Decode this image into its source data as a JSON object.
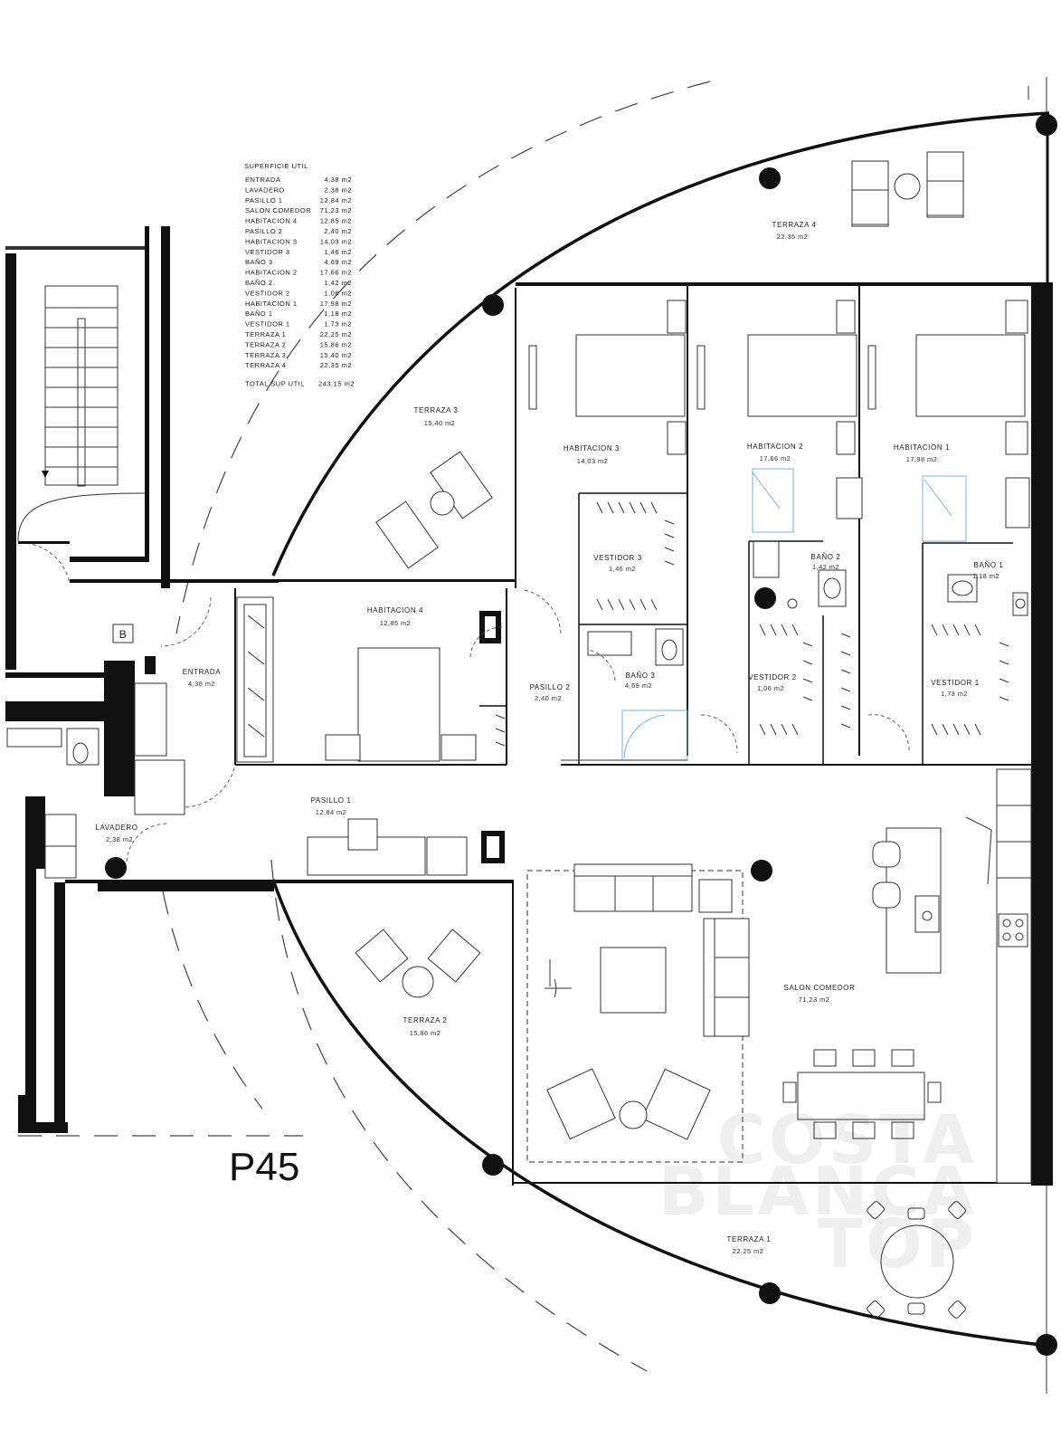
{
  "plan_id": "P45",
  "stair_label": "B",
  "summary": {
    "title": "SUPERFICIE UTIL",
    "rows": [
      {
        "name": "ENTRADA",
        "value": "4,38 m2"
      },
      {
        "name": "LAVADERO",
        "value": "2,38 m2"
      },
      {
        "name": "PASILLO 1",
        "value": "12,84 m2"
      },
      {
        "name": "SALON COMEDOR",
        "value": "71,23 m2"
      },
      {
        "name": "HABITACION 4",
        "value": "12,85 m2"
      },
      {
        "name": "PASILLO 2",
        "value": "2,40 m2"
      },
      {
        "name": "HABITACION 3",
        "value": "14,03 m2"
      },
      {
        "name": "VESTIDOR 3",
        "value": "1,46 m2"
      },
      {
        "name": "BAÑO 3",
        "value": "4,69 m2"
      },
      {
        "name": "HABITACION 2",
        "value": "17,66 m2"
      },
      {
        "name": "BAÑO 2",
        "value": "1,42 m2"
      },
      {
        "name": "VESTIDOR 2",
        "value": "1,06 m2"
      },
      {
        "name": "HABITACION 1",
        "value": "17,98 m2"
      },
      {
        "name": "BAÑO 1",
        "value": "1,18 m2"
      },
      {
        "name": "VESTIDOR 1",
        "value": "1,73 m2"
      },
      {
        "name": "TERRAZA 1",
        "value": "22,25 m2"
      },
      {
        "name": "TERRAZA 2",
        "value": "15,86 m2"
      },
      {
        "name": "TERRAZA 3",
        "value": "15,40 m2"
      },
      {
        "name": "TERRAZA 4",
        "value": "22,35 m2"
      }
    ],
    "total": {
      "name": "TOTAL SUP UTIL",
      "value": "243,15 m2"
    }
  },
  "rooms": {
    "terraza4": {
      "name": "TERRAZA 4",
      "area": "22,35 m2"
    },
    "terraza3": {
      "name": "TERRAZA 3",
      "area": "15,40 m2"
    },
    "habitacion3": {
      "name": "HABITACION 3",
      "area": "14,03 m2"
    },
    "habitacion2": {
      "name": "HABITACION 2",
      "area": "17,66 m2"
    },
    "habitacion1": {
      "name": "HABITACION 1",
      "area": "17,98 m2"
    },
    "vestidor3": {
      "name": "VESTIDOR 3",
      "area": "1,46 m2"
    },
    "bano2": {
      "name": "BAÑO 2",
      "area": "1,42 m2"
    },
    "bano1": {
      "name": "BAÑO 1",
      "area": "1,18 m2"
    },
    "habitacion4": {
      "name": "HABITACION 4",
      "area": "12,85 m2"
    },
    "entrada": {
      "name": "ENTRADA",
      "area": "4,38 m2"
    },
    "pasillo2": {
      "name": "PASILLO 2",
      "area": "2,40 m2"
    },
    "bano3": {
      "name": "BAÑO 3",
      "area": "4,69 m2"
    },
    "vestidor2": {
      "name": "VESTIDOR 2",
      "area": "1,06 m2"
    },
    "vestidor1": {
      "name": "VESTIDOR 1",
      "area": "1,73 m2"
    },
    "pasillo1": {
      "name": "PASILLO 1",
      "area": "12,84 m2"
    },
    "lavadero": {
      "name": "LAVADERO",
      "area": "2,38 m2"
    },
    "salon": {
      "name": "SALON COMEDOR",
      "area": "71,23 m2"
    },
    "terraza2": {
      "name": "TERRAZA 2",
      "area": "15,86 m2"
    },
    "terraza1": {
      "name": "TERRAZA 1",
      "area": "22,25 m2"
    }
  },
  "watermark": [
    "COSTA",
    "BLANCA",
    "TOP"
  ]
}
